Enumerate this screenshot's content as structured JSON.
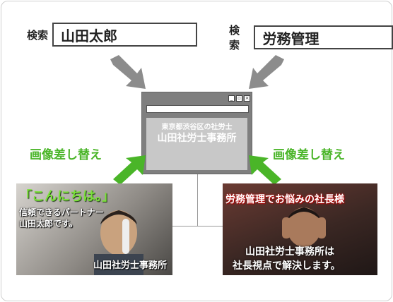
{
  "search_left": {
    "label": "検索",
    "query": "山田太郎"
  },
  "search_right": {
    "label": "検索",
    "query": "労務管理"
  },
  "browser": {
    "subtitle": "東京都渋谷区の社労士",
    "title": "山田社労士事務所"
  },
  "swap_label_left": "画像差し替え",
  "swap_label_right": "画像差し替え",
  "photo_left": {
    "greeting": "「こんにちは。」",
    "line1": "信頼できるパートナー",
    "line2": "山田太郎です。",
    "signature": "山田社労士事務所"
  },
  "photo_right": {
    "headline": "労務管理でお悩みの社長様",
    "line1": "山田社労士事務所は",
    "line2": "社長視点で解決します。"
  },
  "colors": {
    "accent_green": "#4ab528",
    "arrow_gray": "#8c8c8c",
    "browser_gray": "#7f7f7f"
  }
}
